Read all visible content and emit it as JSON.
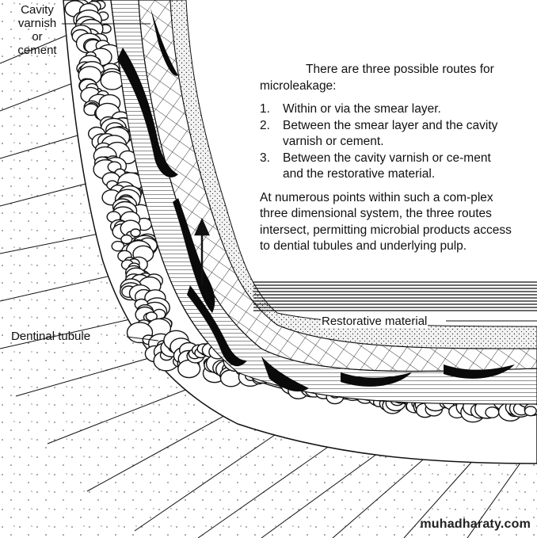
{
  "labels": {
    "cavity_line1": "Cavity",
    "cavity_line2": "varnish",
    "cavity_line3": "or",
    "cavity_line4": "cement",
    "dentinal_tubule": "Dentinal tubule",
    "restorative_material": "Restorative material"
  },
  "text_block": {
    "intro": "There are three possible routes for microleakage:",
    "routes": [
      {
        "num": "1.",
        "text": "Within or via the smear layer."
      },
      {
        "num": "2.",
        "text": "Between the smear layer and the cavity varnish or cement."
      },
      {
        "num": "3.",
        "text": "Between the cavity varnish or ce-ment and the restorative material."
      }
    ],
    "paragraph": "At numerous points within such a com-plex three dimensional system, the three routes intersect, permitting microbial products access to dential tubules and underlying pulp."
  },
  "watermark": "muhadharaty.com"
}
